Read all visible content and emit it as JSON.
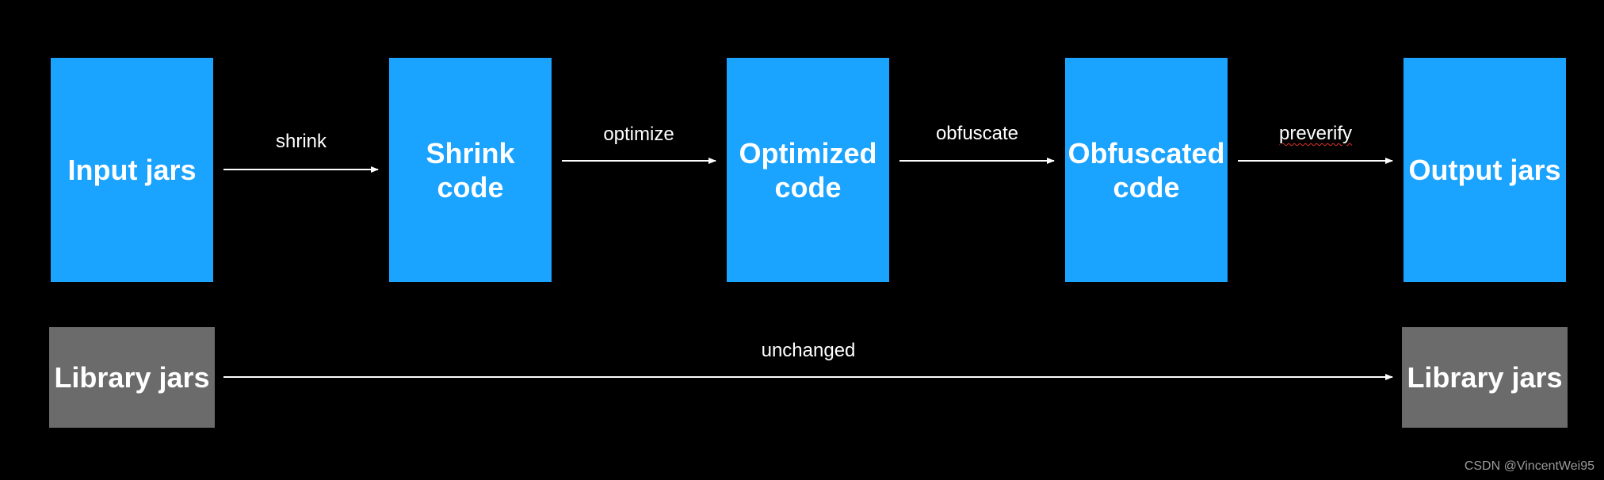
{
  "colors": {
    "stage_fill": "#1aa3ff",
    "library_fill": "#6b6b6b",
    "background": "#000000",
    "arrow": "#ffffff"
  },
  "stages": {
    "input": "Input jars",
    "shrink": "Shrink code",
    "optimized": "Optimized code",
    "obfuscated": "Obfuscated code",
    "output": "Output jars"
  },
  "library": {
    "input": "Library jars",
    "output": "Library jars"
  },
  "edges": {
    "shrink": "shrink",
    "optimize": "optimize",
    "obfuscate": "obfuscate",
    "preverify": "preverify",
    "unchanged": "unchanged"
  },
  "watermark": "CSDN @VincentWei95"
}
